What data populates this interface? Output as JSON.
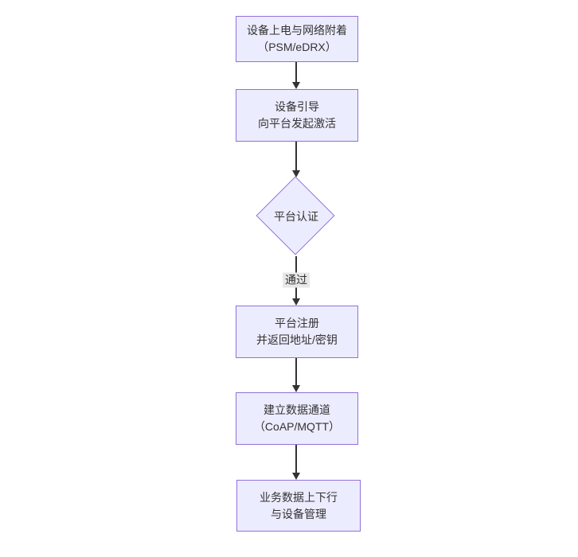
{
  "diagram": {
    "type": "flowchart",
    "direction": "top-down",
    "colors": {
      "background": "#ffffff",
      "node_fill": "#ececff",
      "node_border": "#9370db",
      "text": "#333333",
      "edge": "#333333",
      "edge_label_bg": "#e8e8e8"
    },
    "nodes": [
      {
        "id": "attach",
        "shape": "rect",
        "line1": "设备上电与网络附着",
        "line2": "（PSM/eDRX）"
      },
      {
        "id": "bootstrap",
        "shape": "rect",
        "line1": "设备引导",
        "line2": "向平台发起激活"
      },
      {
        "id": "auth",
        "shape": "diamond",
        "line1": "平台认证",
        "line2": ""
      },
      {
        "id": "register",
        "shape": "rect",
        "line1": "平台注册",
        "line2": "并返回地址/密钥"
      },
      {
        "id": "channel",
        "shape": "rect",
        "line1": "建立数据通道",
        "line2": "（CoAP/MQTT）"
      },
      {
        "id": "business",
        "shape": "rect",
        "line1": "业务数据上下行",
        "line2": "与设备管理"
      }
    ],
    "edges": [
      {
        "from": "attach",
        "to": "bootstrap",
        "label": ""
      },
      {
        "from": "bootstrap",
        "to": "auth",
        "label": ""
      },
      {
        "from": "auth",
        "to": "register",
        "label": "通过"
      },
      {
        "from": "register",
        "to": "channel",
        "label": ""
      },
      {
        "from": "channel",
        "to": "business",
        "label": ""
      }
    ]
  }
}
